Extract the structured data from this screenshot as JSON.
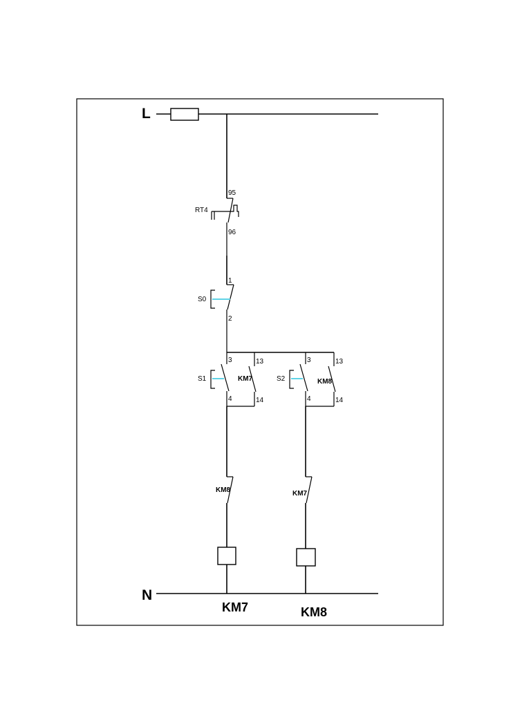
{
  "rails": {
    "line": "L",
    "neutral": "N"
  },
  "thermal_relay": {
    "tag": "RT4",
    "terminal_top": "95",
    "terminal_bottom": "96"
  },
  "stop_button": {
    "tag": "S0",
    "terminal_top": "1",
    "terminal_bottom": "2"
  },
  "branch_1": {
    "button_tag": "S1",
    "button_terminal_top": "3",
    "button_terminal_bottom": "4",
    "aux_contact_tag": "KM7",
    "aux_terminal_top": "13",
    "aux_terminal_bottom": "14",
    "interlock_tag": "KM8",
    "coil_tag": "KM7"
  },
  "branch_2": {
    "button_tag": "S2",
    "button_terminal_top": "3",
    "button_terminal_bottom": "4",
    "aux_contact_tag": "KM8",
    "aux_terminal_top": "13",
    "aux_terminal_bottom": "14",
    "interlock_tag": "KM7",
    "coil_tag": "KM8"
  },
  "colors": {
    "line": "#000000",
    "pushbutton_actuator": "#5fd3e6"
  }
}
